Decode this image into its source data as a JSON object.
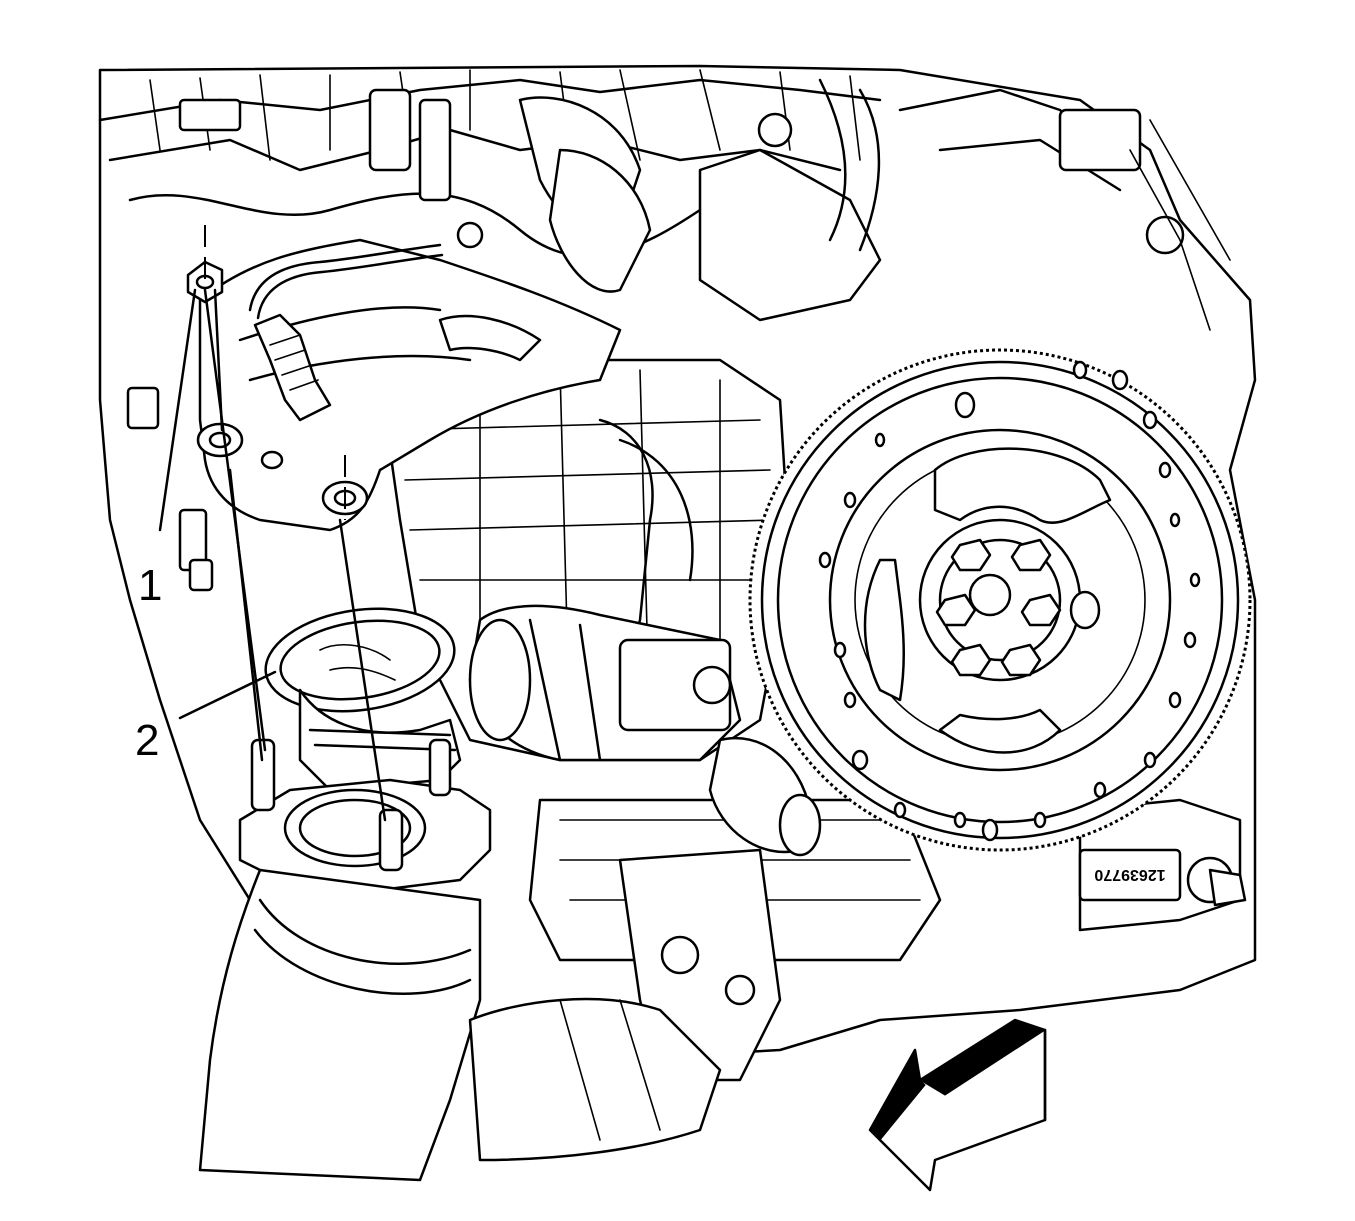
{
  "callouts": [
    {
      "number": "1",
      "meaning": ""
    },
    {
      "number": "2",
      "meaning": ""
    }
  ],
  "part_stamp": "12639770",
  "icons": {
    "direction_arrow": "front-direction-arrow-icon"
  },
  "colors": {
    "ink": "#000000",
    "paper": "#ffffff"
  }
}
